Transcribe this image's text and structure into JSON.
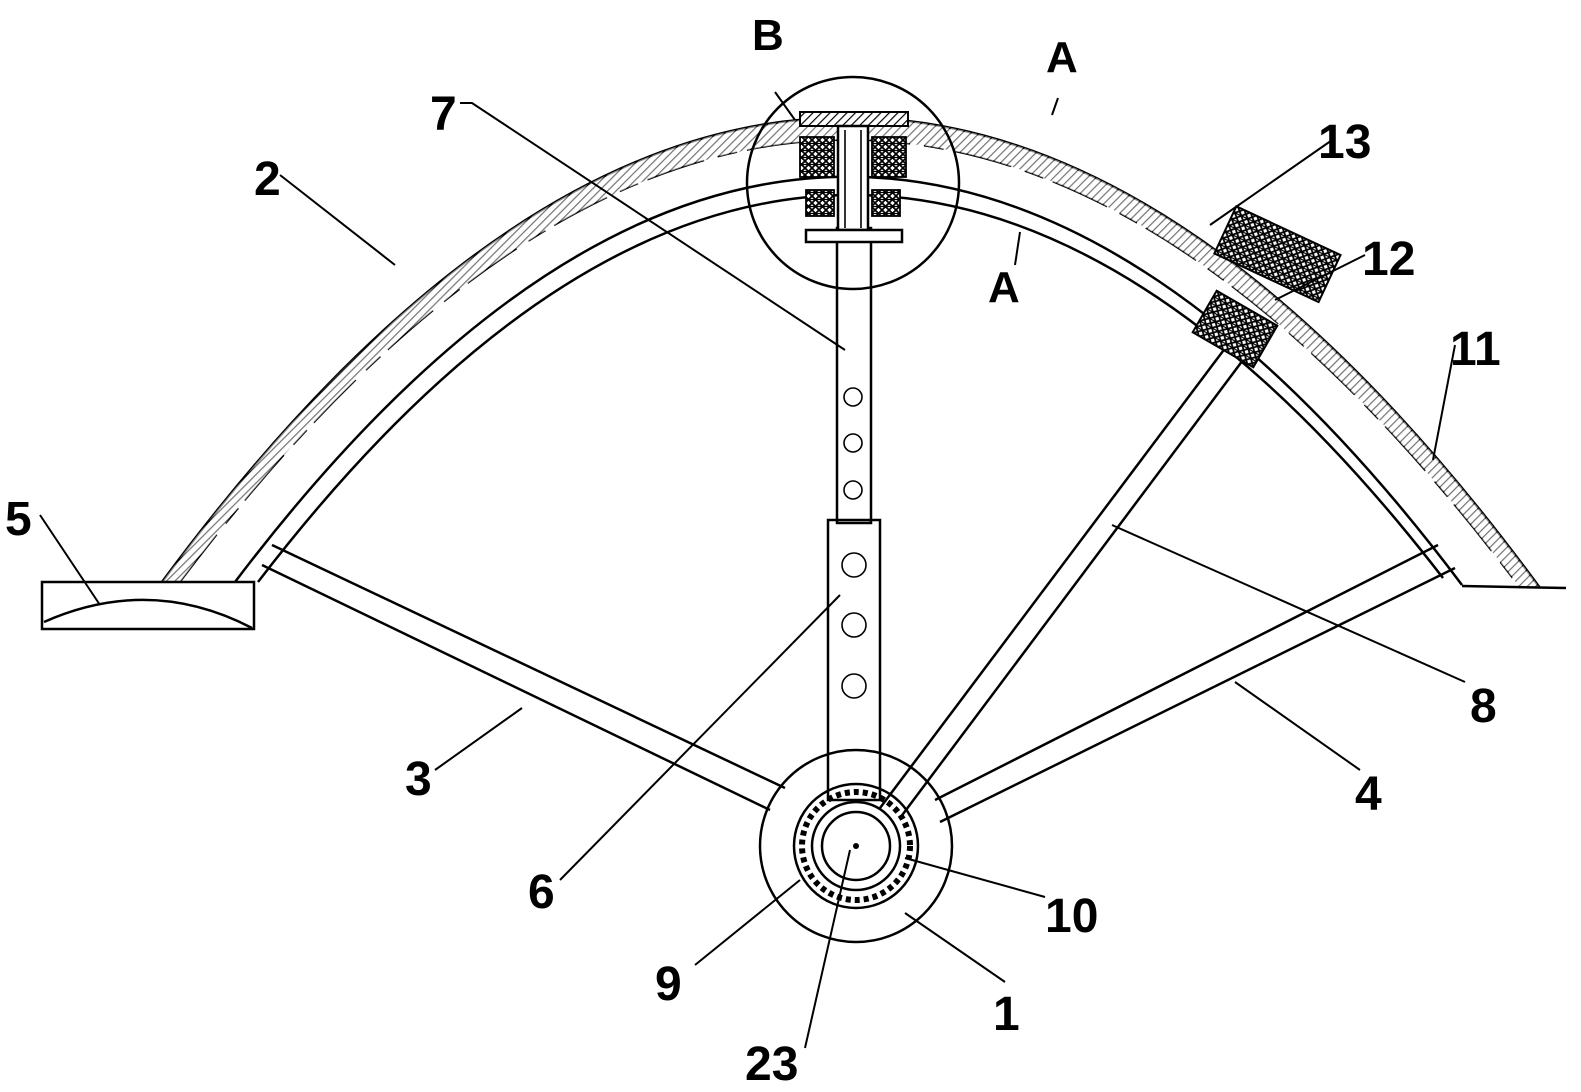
{
  "diagram": {
    "part_labels": {
      "p1": "1",
      "p2": "2",
      "p3": "3",
      "p4": "4",
      "p5": "5",
      "p6": "6",
      "p7": "7",
      "p8": "8",
      "p9": "9",
      "p10": "10",
      "p11": "11",
      "p12": "12",
      "p13": "13",
      "p23": "23"
    },
    "section_labels": {
      "a_top": "A",
      "a_bottom": "A",
      "b": "B"
    },
    "colors": {
      "line": "#000000",
      "background": "#ffffff"
    }
  }
}
